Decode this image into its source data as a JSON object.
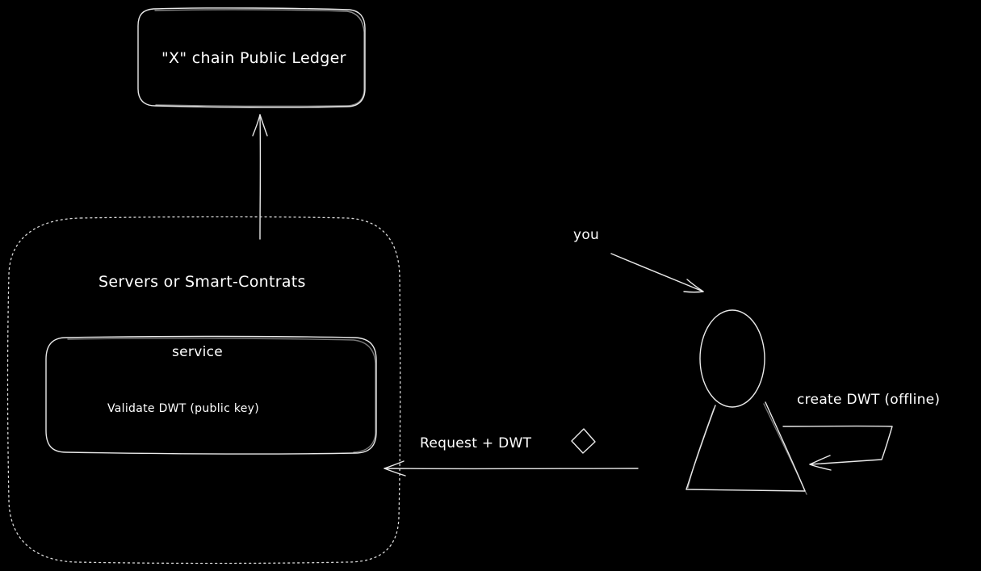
{
  "diagram": {
    "ledger_box": {
      "label": "\"X\" chain Public Ledger"
    },
    "server_group": {
      "label": "Servers or Smart-Contrats"
    },
    "service_box": {
      "title": "service",
      "body": "Validate DWT (public key)"
    },
    "request_arrow": {
      "label": "Request + DWT"
    },
    "you_pointer": {
      "label": "you"
    },
    "self_loop": {
      "label": "create DWT (offline)"
    }
  },
  "colors": {
    "background": "#000000",
    "stroke": "#e9e9e9",
    "text": "#ffffff"
  }
}
